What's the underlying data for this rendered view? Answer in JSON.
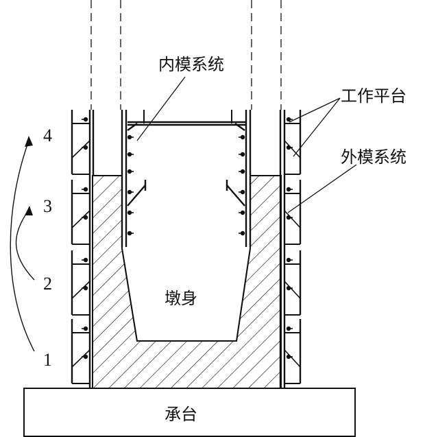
{
  "labels": {
    "inner_formwork": "内模系统",
    "work_platform": "工作平台",
    "outer_formwork": "外模系统",
    "pier_body": "墩身",
    "pile_cap": "承台"
  },
  "stages": [
    "1",
    "2",
    "3",
    "4"
  ],
  "colors": {
    "ink": "#111111",
    "background": "#ffffff"
  }
}
